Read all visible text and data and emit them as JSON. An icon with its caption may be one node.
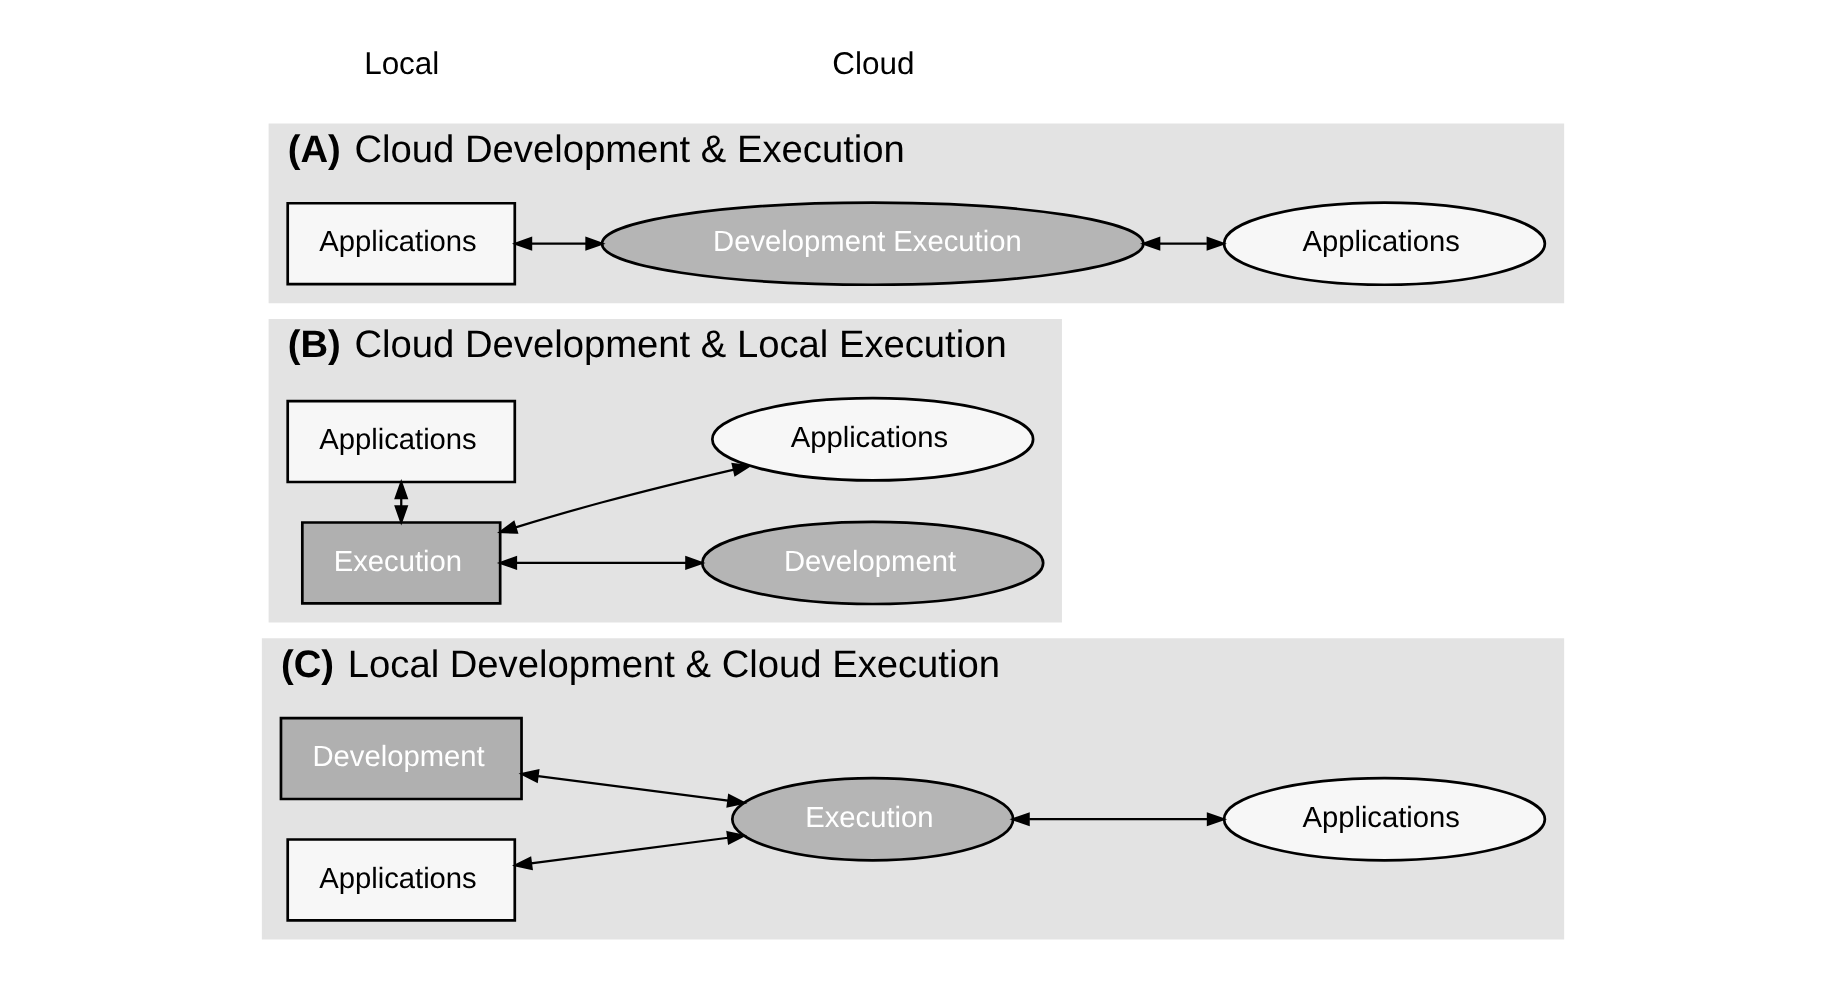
{
  "diagram": {
    "nodes": [
      {
        "text": [
          "**(A)** Cloud Development & Execution"
        ]
      },
      {
        "text": [
          "Applications"
        ],
        "in": 0
      },
      {
        "text": [
          "Development Execution"
        ],
        "in": 0
      },
      {
        "text": [
          "Applications"
        ],
        "in": 0
      },
      {
        "text": [
          "**(B)** Cloud Development & Local Execution"
        ]
      },
      {
        "text": [
          "Execution"
        ],
        "in": 4
      },
      {
        "text": [
          "Applications"
        ],
        "in": 4
      },
      {
        "text": [
          "Development"
        ],
        "in": 4
      },
      {
        "text": [
          "Applications"
        ],
        "in": 4
      },
      {
        "text": [
          "**(C)** Local Development & Cloud Execution"
        ]
      },
      {
        "text": [
          "Development"
        ],
        "in": 9
      },
      {
        "text": [
          "Applications"
        ],
        "in": 9
      },
      {
        "text": [
          "Execution"
        ],
        "in": 9
      },
      {
        "text": [
          "Applications"
        ],
        "in": 9
      }
    ],
    "edges": [
      {
        "from": 1,
        "to": 2,
        "arrow": "both"
      },
      {
        "from": 2,
        "to": 3,
        "arrow": "both"
      },
      {
        "from": 5,
        "to": 6,
        "arrow": "both"
      },
      {
        "from": 5,
        "to": 8,
        "arrow": "both"
      },
      {
        "from": 5,
        "to": 7,
        "arrow": "both"
      },
      {
        "from": 10,
        "to": 12,
        "arrow": "both"
      },
      {
        "from": 11,
        "to": 12,
        "arrow": "both"
      },
      {
        "from": 12,
        "to": 13,
        "arrow": "both"
      }
    ],
    "labels": [
      "Local",
      "Cloud"
    ]
  }
}
